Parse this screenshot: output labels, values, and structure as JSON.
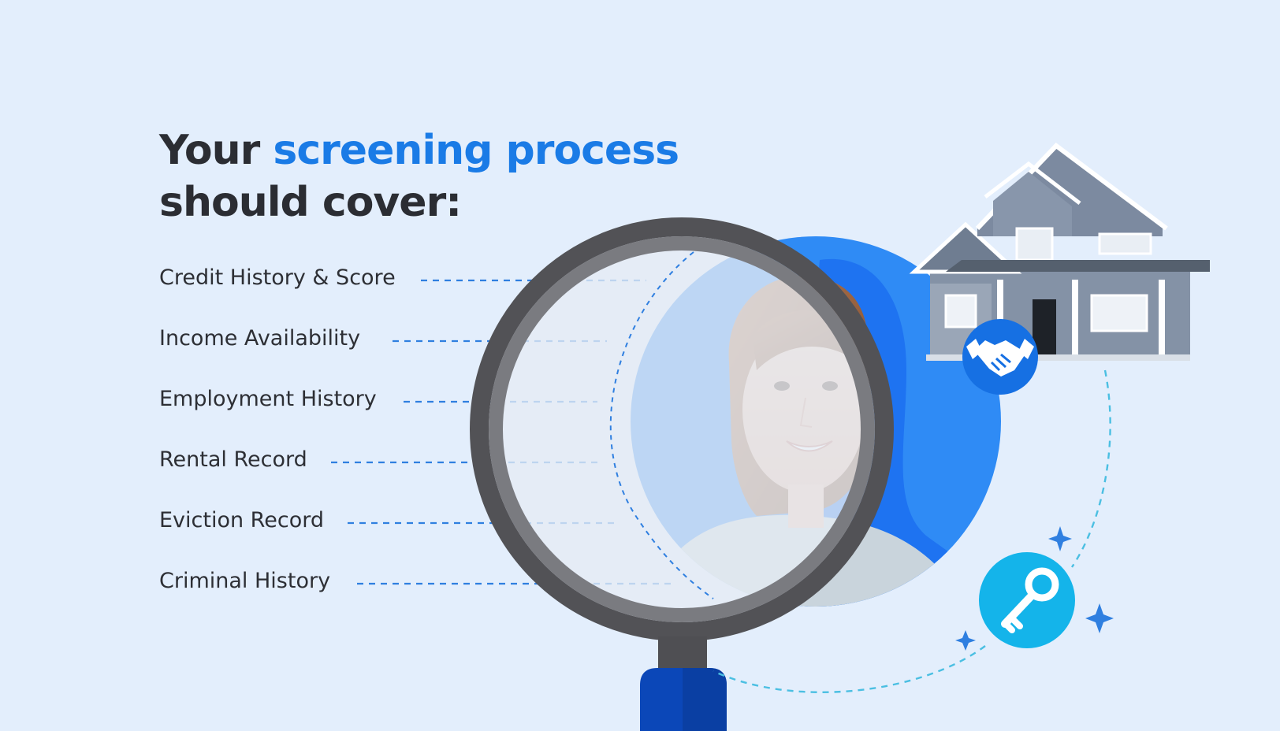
{
  "headline": {
    "line1_prefix": "Your ",
    "line1_accent": "screening process",
    "line2": "should cover:"
  },
  "checklist": [
    "Credit History & Score",
    "Income Availability",
    "Employment History",
    "Rental Record",
    "Eviction Record",
    "Criminal History"
  ],
  "colors": {
    "background": "#e3eefc",
    "accent": "#1a7be6",
    "text": "#2b2d33",
    "circle": "#2f8bf5",
    "magnifier_frame": "#4f4f53",
    "handle": "#0b47b8",
    "key_badge": "#14b4ea",
    "handshake_badge": "#1670e3"
  },
  "icons": [
    "magnifying-glass-icon",
    "handshake-icon",
    "key-icon",
    "sparkle-icon",
    "house-illustration",
    "tenant-portrait"
  ]
}
